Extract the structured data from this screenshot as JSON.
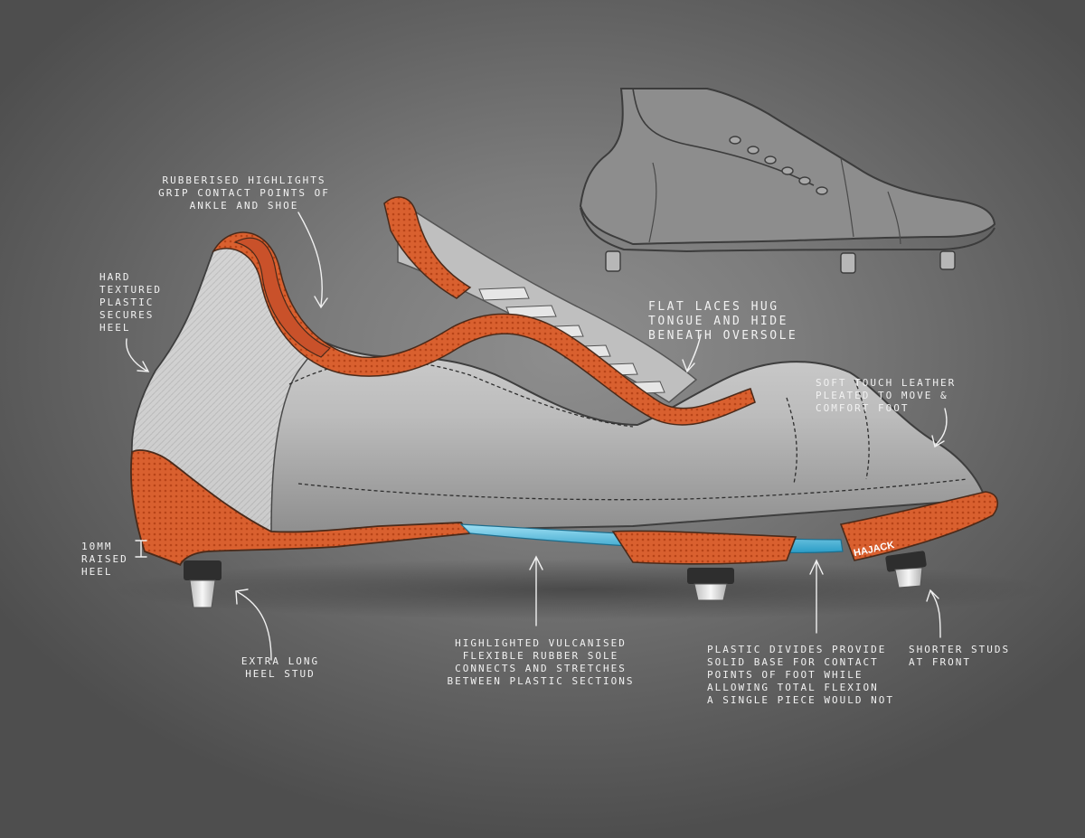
{
  "colors": {
    "background": "#6a6a6a",
    "accent_orange": "#d95a2a",
    "sole_blue": "#45b7dd",
    "upper_grey": "#c9c9c9",
    "annotation_text": "#f1f1f1"
  },
  "annotations": {
    "rubberised": "Rubberised highlights\ngrip contact points of\nankle and shoe",
    "hard_plastic": "Hard\ntextured\nplastic\nsecures\nheel",
    "flat_laces": "Flat laces hug\ntongue and hide\nbeneath oversole",
    "soft_leather": "Soft touch leather\npleated to move &\ncomfort foot",
    "raised_heel": "10mm\nraised\nheel",
    "heel_stud": "Extra long\nheel stud",
    "rubber_sole": "Highlighted vulcanised\nflexible rubber sole\nconnects and stretches\nbetween plastic sections",
    "plastic_divides": "Plastic divides provide\nsolid base for contact\npoints of foot while\nallowing total flexion\na single piece would not",
    "shorter_studs": "Shorter studs\nat front"
  },
  "signature": "HAJACK"
}
